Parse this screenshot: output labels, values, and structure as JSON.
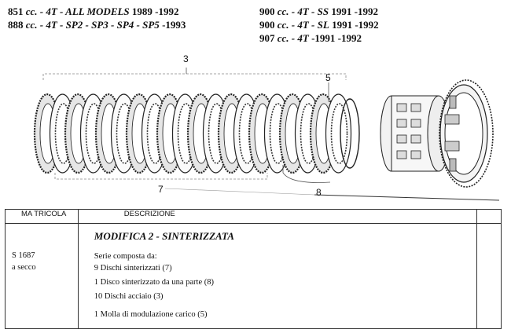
{
  "header": {
    "left": [
      {
        "a": "851",
        "b": " cc. - 4T - ALL MODELS",
        "c": " 1989 -1992"
      },
      {
        "a": "888",
        "b": " cc. - 4T - SP2 - SP3 - SP4 - SP5",
        "c": " -1993"
      }
    ],
    "right": [
      {
        "a": "900",
        "b": " cc. - 4T - SS",
        "c": " 1991 -1992"
      },
      {
        "a": "900",
        "b": " cc. - 4T - SL",
        "c": " 1991 -1992"
      },
      {
        "a": "907",
        "b": " cc. - 4T",
        "c": " -1991 -1992"
      }
    ]
  },
  "callouts": {
    "c3": "3",
    "c5": "5",
    "c7": "7",
    "c8": "8"
  },
  "table": {
    "col1_header": "MA TRICOLA",
    "col2_header": "DESCRIZIONE",
    "matricola": [
      "S 1687",
      "a secco"
    ],
    "title": "MODIFICA 2 - SINTERIZZATA",
    "lines": [
      "Serie composta da:",
      "9 Dischi sinterizzati  (7)",
      "1 Disco sinterizzato da una parte   (8)",
      "10 Dischi acciaio  (3)",
      "",
      "1 Molla di modulazione carico   (5)"
    ]
  }
}
